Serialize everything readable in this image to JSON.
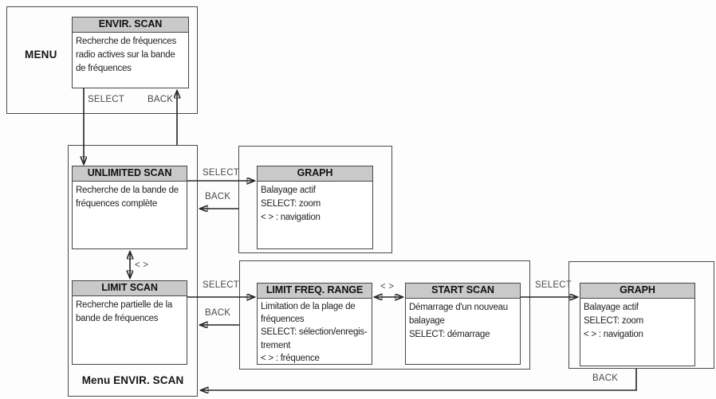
{
  "menu_window": {
    "title": "MENU"
  },
  "nodes": {
    "envir_scan": {
      "title": "ENVIR. SCAN",
      "lines": [
        "Recherche de fréquences",
        "radio actives sur la bande",
        "de fréquences"
      ]
    },
    "unlimited_scan": {
      "title": "UNLIMITED SCAN",
      "lines": [
        "Recherche de la bande de",
        "fréquences complète"
      ]
    },
    "graph_top": {
      "title": "GRAPH",
      "lines": [
        "Balayage actif",
        "SELECT: zoom",
        "< > : navigation"
      ]
    },
    "limit_scan": {
      "title": "LIMIT SCAN",
      "lines": [
        "Recherche partielle de la",
        "bande de fréquences"
      ]
    },
    "limit_freq_range": {
      "title": "LIMIT FREQ. RANGE",
      "lines": [
        "Limitation de la plage de",
        "fréquences",
        "SELECT: sélection/enregis-",
        "trement",
        "< > : fréquence"
      ]
    },
    "start_scan": {
      "title": "START SCAN",
      "lines": [
        "Démarrage d'un nouveau",
        "balayage",
        "SELECT: démarrage"
      ]
    },
    "graph_right": {
      "title": "GRAPH",
      "lines": [
        "Balayage actif",
        "SELECT: zoom",
        "< > : navigation"
      ]
    }
  },
  "outer_group": {
    "caption": "Menu ENVIR. SCAN"
  },
  "edges": {
    "select": "SELECT",
    "back": "BACK",
    "nav": "< >"
  },
  "colors": {
    "header_bg": "#c9c9c9",
    "border": "#474747",
    "arrow": "#262626",
    "edge_label_text": "#4a4a4a",
    "background": "#fdfdfd"
  }
}
